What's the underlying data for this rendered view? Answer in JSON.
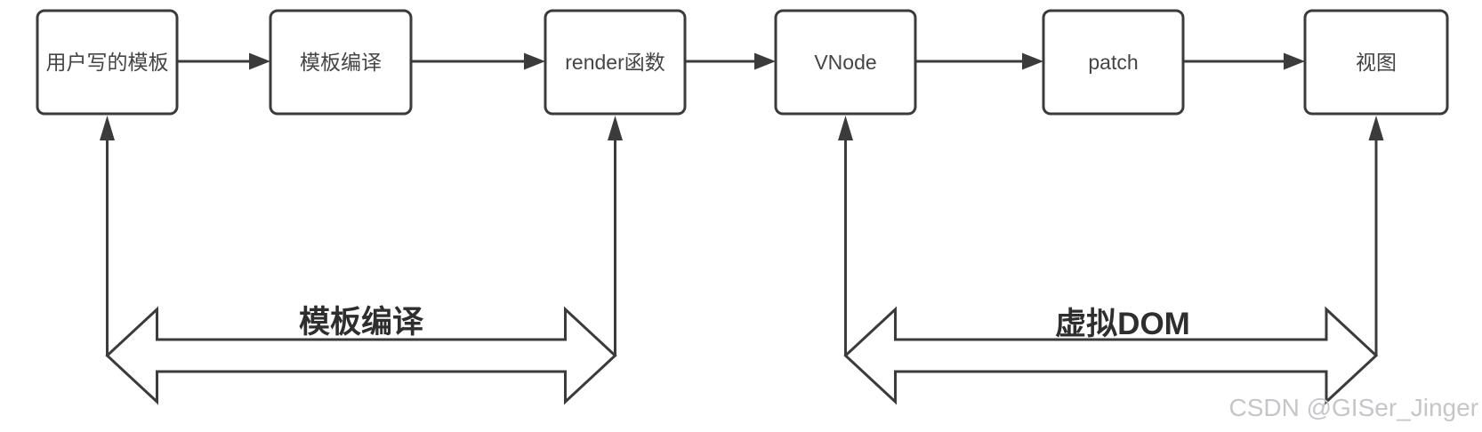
{
  "diagram": {
    "nodes": [
      {
        "label": "用户写的模板"
      },
      {
        "label": "模板编译"
      },
      {
        "label": "render函数"
      },
      {
        "label": "VNode"
      },
      {
        "label": "patch"
      },
      {
        "label": "视图"
      }
    ],
    "span_labels": {
      "left": "模板编译",
      "right": "虚拟DOM"
    },
    "colors": {
      "line": "#3b3b3b",
      "node_text": "#454545",
      "span_label_text": "#2e2e2e",
      "watermark_text": "#c6c6ca",
      "background": "#ffffff"
    }
  },
  "watermark": {
    "text": "CSDN @GISer_Jinger"
  }
}
